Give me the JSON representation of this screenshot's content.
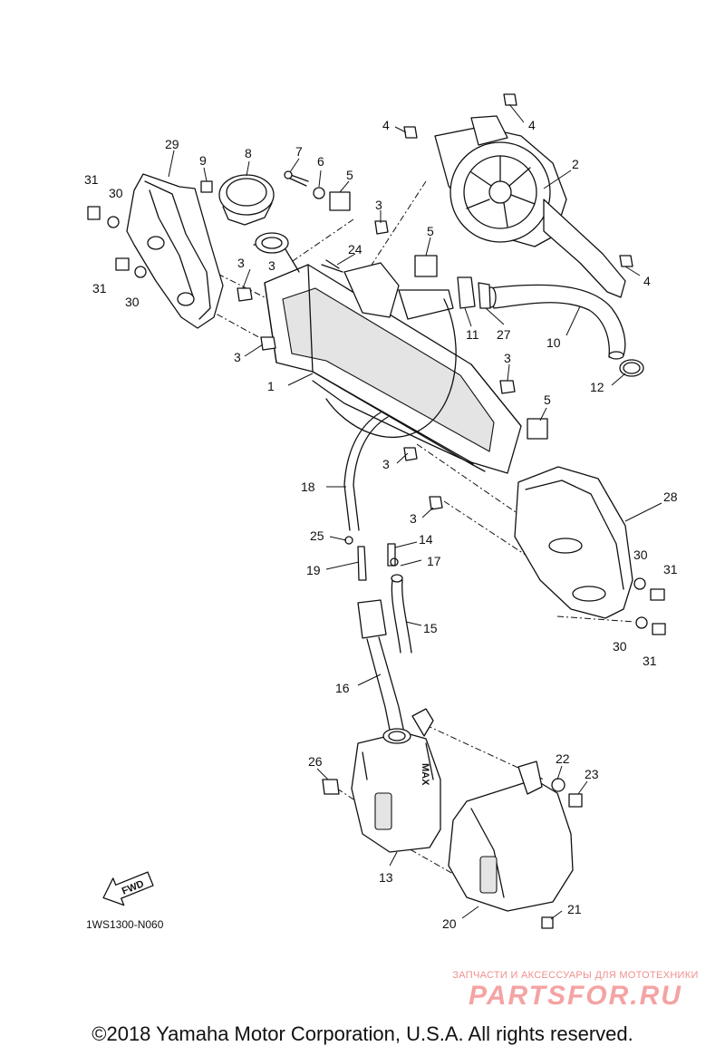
{
  "diagram": {
    "callouts": [
      {
        "id": "c1",
        "text": "1"
      },
      {
        "id": "c2",
        "text": "2"
      },
      {
        "id": "c3a",
        "text": "3"
      },
      {
        "id": "c3b",
        "text": "3"
      },
      {
        "id": "c3c",
        "text": "3"
      },
      {
        "id": "c3d",
        "text": "3"
      },
      {
        "id": "c3e",
        "text": "3"
      },
      {
        "id": "c3f",
        "text": "3"
      },
      {
        "id": "c3g",
        "text": "3"
      },
      {
        "id": "c4a",
        "text": "4"
      },
      {
        "id": "c4b",
        "text": "4"
      },
      {
        "id": "c4c",
        "text": "4"
      },
      {
        "id": "c5a",
        "text": "5"
      },
      {
        "id": "c5b",
        "text": "5"
      },
      {
        "id": "c5c",
        "text": "5"
      },
      {
        "id": "c6",
        "text": "6"
      },
      {
        "id": "c7",
        "text": "7"
      },
      {
        "id": "c8",
        "text": "8"
      },
      {
        "id": "c9",
        "text": "9"
      },
      {
        "id": "c10",
        "text": "10"
      },
      {
        "id": "c11",
        "text": "11"
      },
      {
        "id": "c12",
        "text": "12"
      },
      {
        "id": "c13",
        "text": "13"
      },
      {
        "id": "c14",
        "text": "14"
      },
      {
        "id": "c15",
        "text": "15"
      },
      {
        "id": "c16",
        "text": "16"
      },
      {
        "id": "c17",
        "text": "17"
      },
      {
        "id": "c18",
        "text": "18"
      },
      {
        "id": "c19",
        "text": "19"
      },
      {
        "id": "c20",
        "text": "20"
      },
      {
        "id": "c21",
        "text": "21"
      },
      {
        "id": "c22",
        "text": "22"
      },
      {
        "id": "c23",
        "text": "23"
      },
      {
        "id": "c24",
        "text": "24"
      },
      {
        "id": "c25",
        "text": "25"
      },
      {
        "id": "c26",
        "text": "26"
      },
      {
        "id": "c27",
        "text": "27"
      },
      {
        "id": "c28",
        "text": "28"
      },
      {
        "id": "c29",
        "text": "29"
      },
      {
        "id": "c30a",
        "text": "30"
      },
      {
        "id": "c30b",
        "text": "30"
      },
      {
        "id": "c30c",
        "text": "30"
      },
      {
        "id": "c30d",
        "text": "30"
      },
      {
        "id": "c31a",
        "text": "31"
      },
      {
        "id": "c31b",
        "text": "31"
      },
      {
        "id": "c31c",
        "text": "31"
      },
      {
        "id": "c31d",
        "text": "31"
      }
    ],
    "diagram_code": "1WS1300-N060",
    "fwd_label": "FWD",
    "tank_mark": "MAX"
  },
  "watermark": {
    "tagline": "ЗАПЧАСТИ И АКСЕССУАРЫ ДЛЯ МОТОТЕХНИКИ",
    "logo": "PARTSFOR.RU",
    "color": "#f4a3a3"
  },
  "footer": {
    "copyright": "©2018 Yamaha Motor Corporation, U.S.A. All rights reserved."
  }
}
